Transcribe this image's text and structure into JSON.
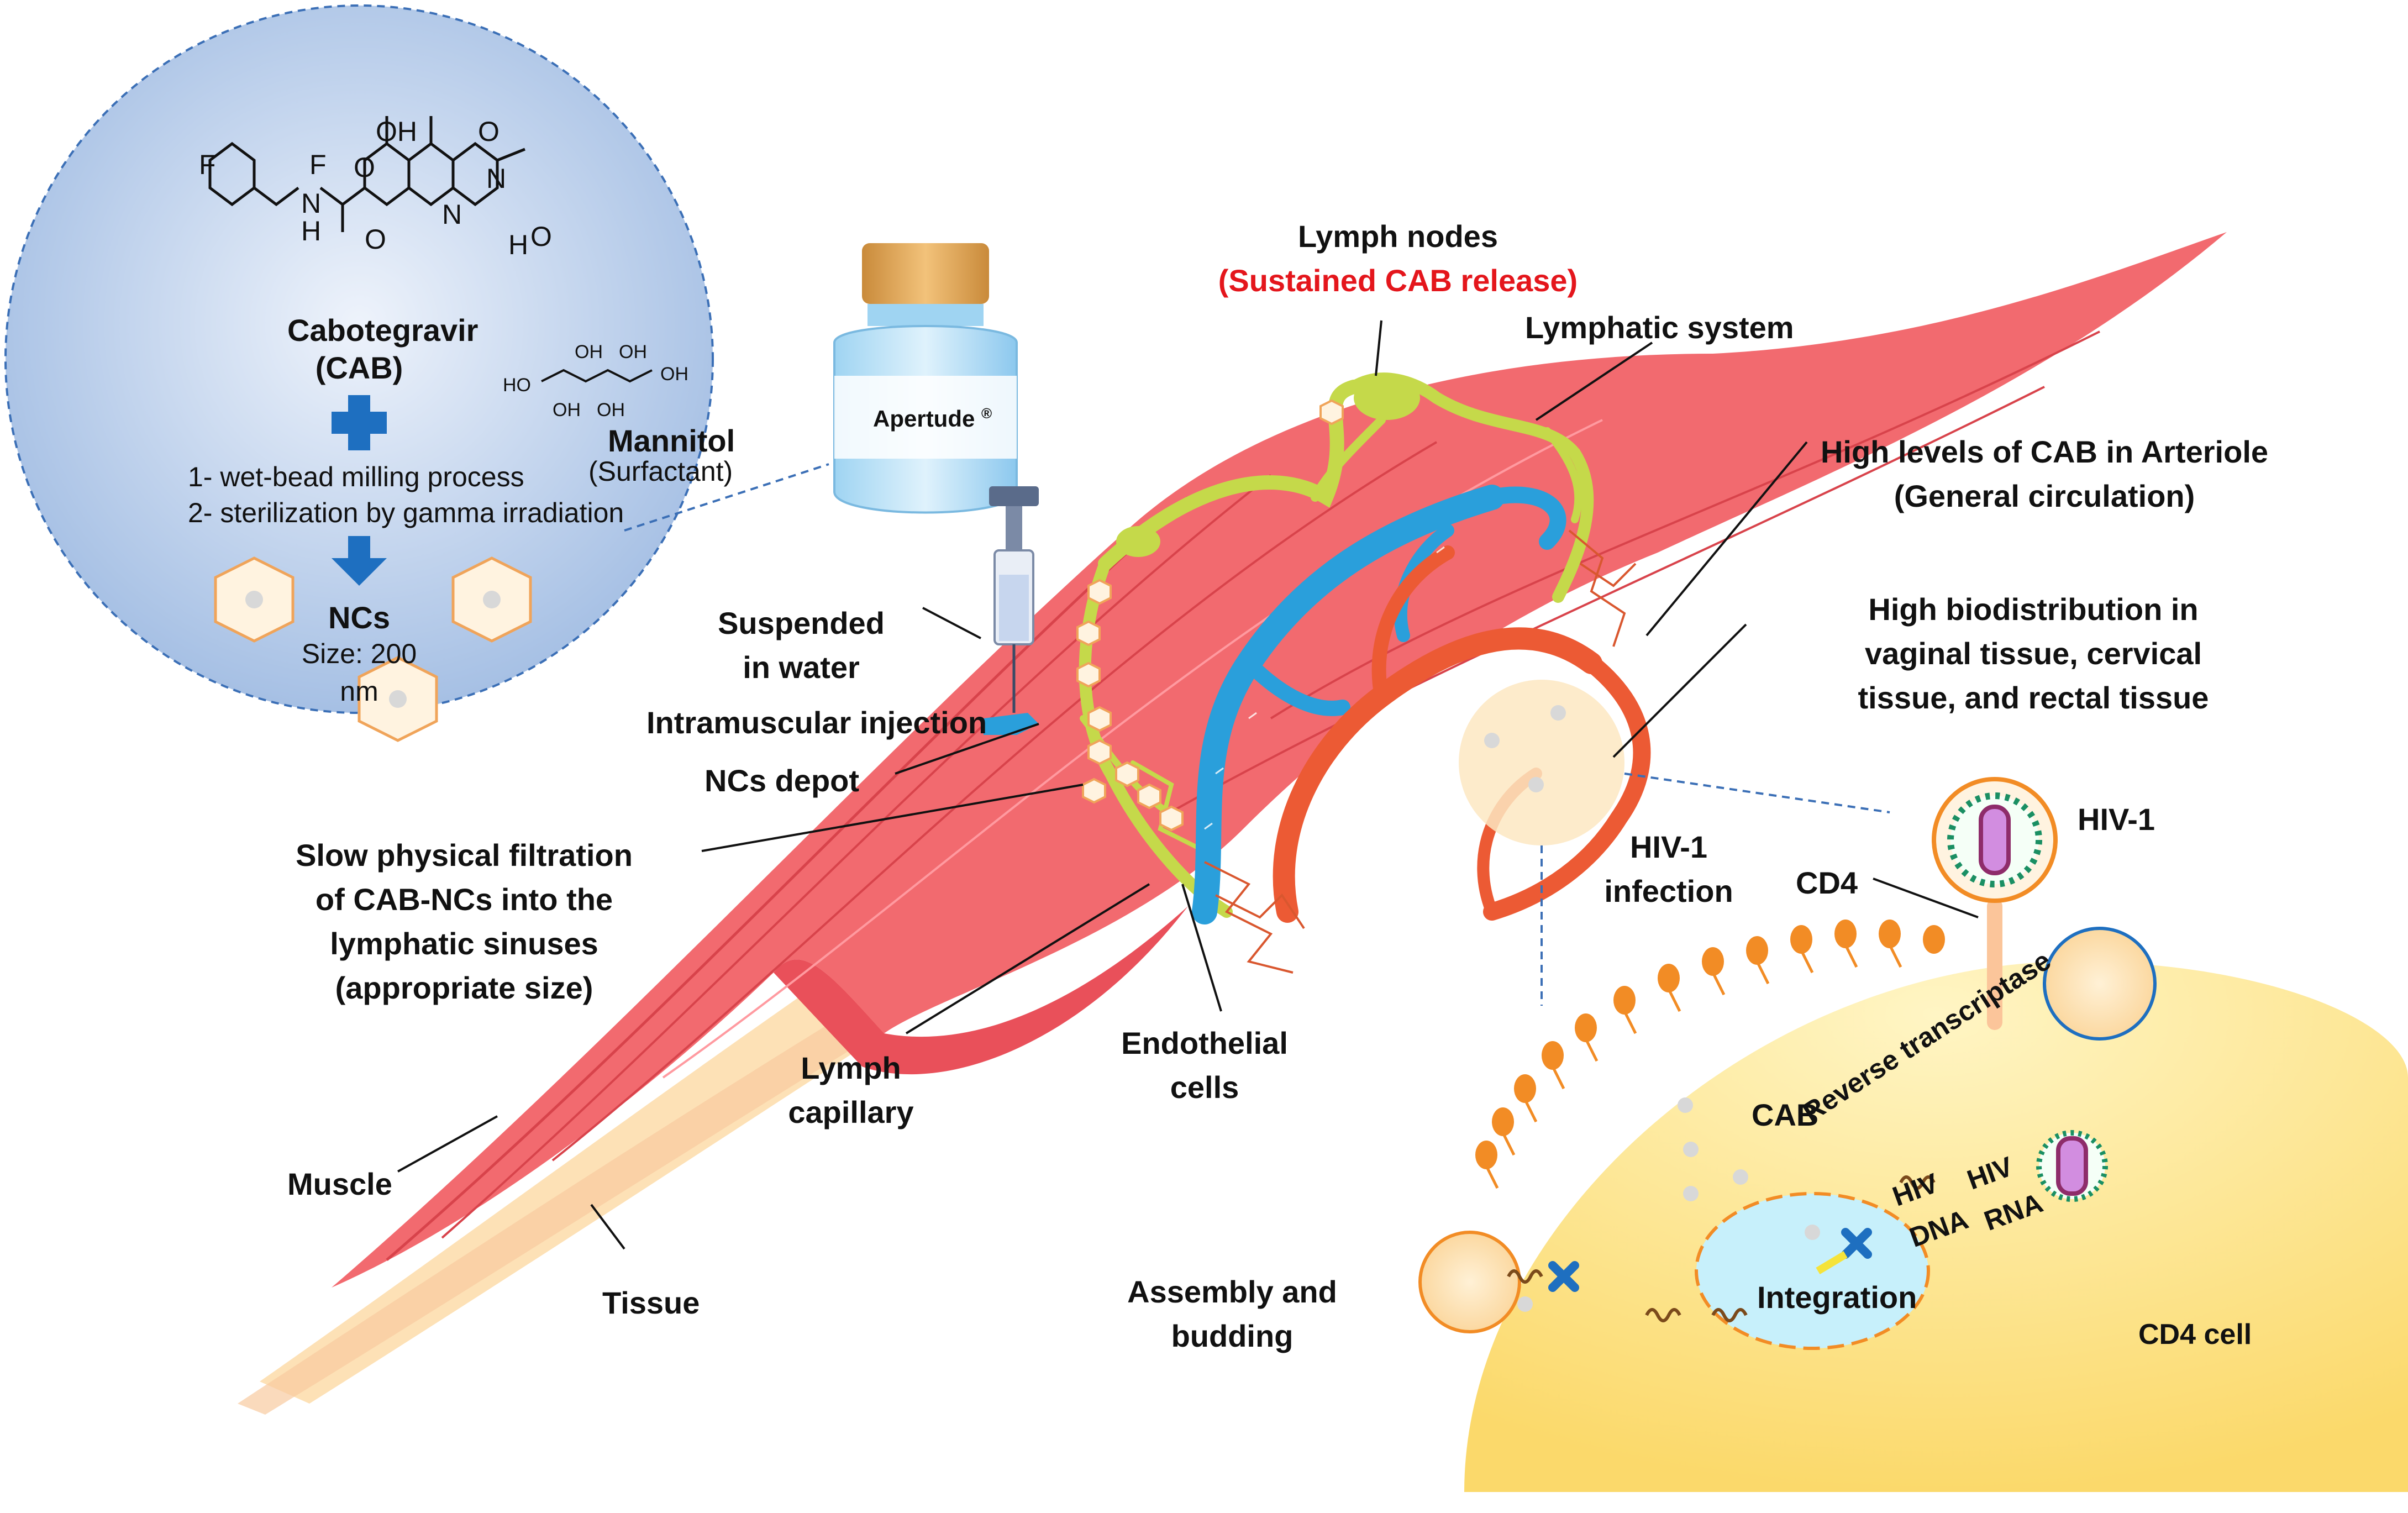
{
  "molecule_panel": {
    "drug_name": "Cabotegravir",
    "drug_abbr": "(CAB)",
    "excipient_name": "Mannitol",
    "excipient_role": "(Surfactant)",
    "step1": "1- wet-bead milling process",
    "step2": "2- sterilization by gamma irradiation",
    "product": "NCs",
    "size": "Size: 200 nm",
    "atoms": {
      "f1": "F",
      "f2": "F",
      "oh": "OH",
      "nh": "N",
      "h_on_n": "H",
      "o1": "O",
      "o2": "O",
      "o3": "O",
      "n2": "N",
      "n3": "N",
      "o_ring": "O",
      "h_ring": "H",
      "mannitol_ho": "HO",
      "mannitol_oh1": "OH",
      "mannitol_oh2": "OH",
      "mannitol_oh3": "OH",
      "mannitol_oh4": "OH",
      "mannitol_oh5": "OH"
    }
  },
  "vial": {
    "label": "Apertude",
    "mark": "®"
  },
  "labels": {
    "suspended": "Suspended in water",
    "suspended_line1": "Suspended",
    "suspended_line2": "in water",
    "injection": "Intramuscular injection",
    "depot": "NCs depot",
    "filtration_1": "Slow physical filtration",
    "filtration_2": "of CAB-NCs into the",
    "filtration_3": "lymphatic sinuses",
    "filtration_4": "(appropriate size)",
    "lymph_nodes": "Lymph nodes",
    "sustained": "(Sustained CAB release)",
    "lymphatic_system": "Lymphatic system",
    "arteriole_1": "High levels of CAB in Arteriole",
    "arteriole_2": "(General circulation)",
    "biodist_1": "High biodistribution in",
    "biodist_2": "vaginal tissue, cervical",
    "biodist_3": "tissue, and rectal tissue",
    "hiv1": "HIV-1",
    "hiv1_infection_1": "HIV-1",
    "hiv1_infection_2": "infection",
    "cd4": "CD4",
    "lymph_capillary_1": "Lymph",
    "lymph_capillary_2": "capillary",
    "endothelial_1": "Endothelial",
    "endothelial_2": "cells",
    "muscle": "Muscle",
    "tissue": "Tissue",
    "assembly_1": "Assembly  and",
    "assembly_2": "budding",
    "cab": "CAB",
    "reverse_transcriptase": "Reverse transcriptase",
    "hiv_dna_1": "HIV",
    "hiv_dna_2": "DNA",
    "hiv_rna_1": "HIV",
    "hiv_rna_2": "RNA",
    "integration": "Integration",
    "cd4_cell": "CD4 cell"
  },
  "colors": {
    "muscle": "#f26a6f",
    "muscle_dark": "#e2484f",
    "tissue": "#fcd9a6",
    "lymph": "#c5d94a",
    "artery": "#ec5a34",
    "vein": "#2a9fdb",
    "cell": "#fde79a",
    "nucleus": "#c7f0fb",
    "membrane": "#f28c25",
    "panel": "#a9c4e6",
    "nc": "#f0a45a",
    "label_red": "#e4161c",
    "accent_blue": "#1e6fc0"
  }
}
